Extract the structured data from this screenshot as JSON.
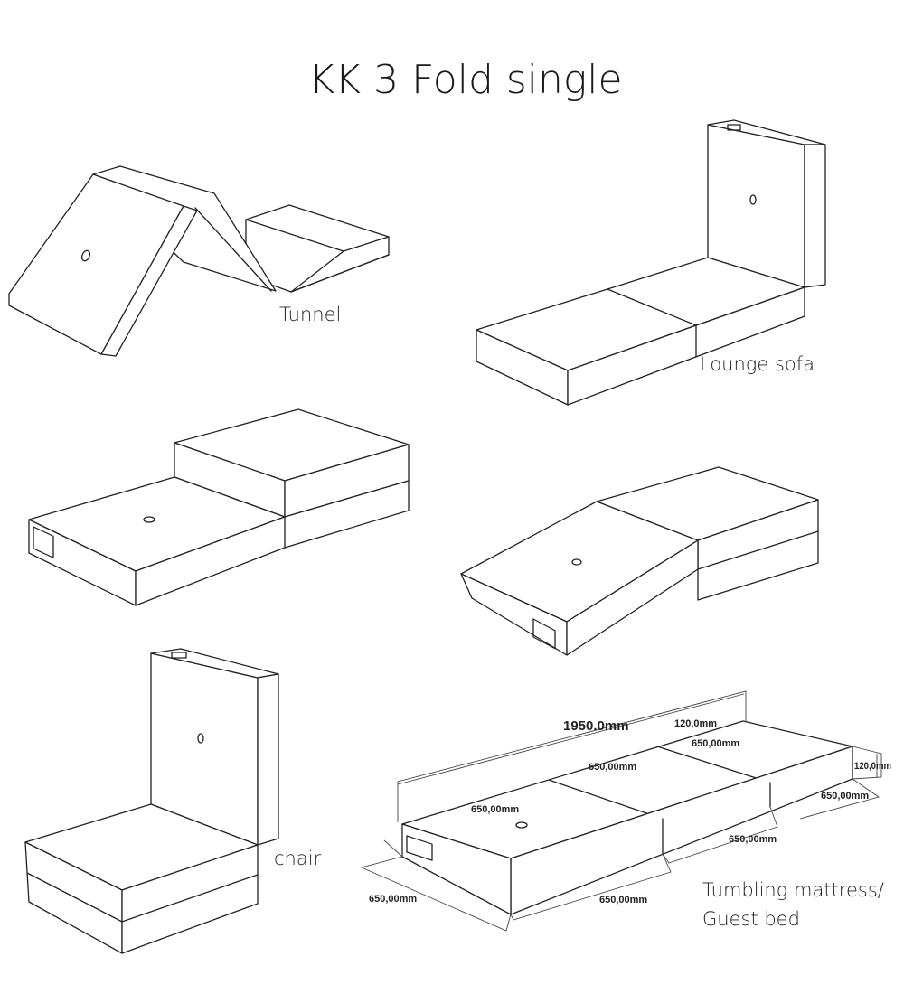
{
  "title": "KK 3 Fold single",
  "configurations": {
    "tunnel": "Tunnel",
    "lounge_sofa": "Lounge sofa",
    "chair": "chair",
    "tumbling_line1": "Tumbling mattress/",
    "tumbling_line2": "Guest bed"
  },
  "dimensions": {
    "total_length": "1950.0mm",
    "thickness_top": "120,0mm",
    "thickness_side": "120,0mm",
    "seg_top_back": "650,00mm",
    "seg_top_mid": "650,00mm",
    "seg_top_front": "650,00mm",
    "seg_side_back": "650,00mm",
    "seg_side_mid": "650,00mm",
    "seg_side_front": "650,00mm",
    "width": "650,00mm"
  }
}
